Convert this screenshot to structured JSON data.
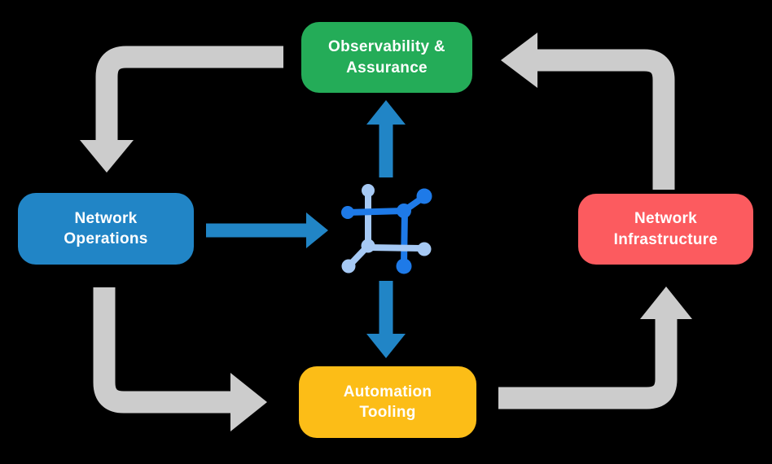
{
  "background": "#000000",
  "nodes": {
    "observability": {
      "line1": "Observability &",
      "line2": "Assurance",
      "color": "#24AC58"
    },
    "operations": {
      "line1": "Network",
      "line2": "Operations",
      "color": "#2185C6"
    },
    "infrastructure": {
      "line1": "Network",
      "line2": "Infrastructure",
      "color": "#FC5B5F"
    },
    "tooling": {
      "line1": "Automation",
      "line2": "Tooling",
      "color": "#FCBD17"
    }
  },
  "arrows": {
    "cycle_color": "#CCCCCC",
    "flow_color": "#2185C6",
    "cycle_connections": [
      "observability-to-operations",
      "operations-to-tooling",
      "tooling-to-infrastructure",
      "infrastructure-to-observability"
    ],
    "flow_connections": [
      "operations-to-center-icon",
      "center-icon-to-observability",
      "center-icon-to-tooling"
    ]
  },
  "center_icon": {
    "name": "network-mesh-icon",
    "dark_color": "#1E7AE8",
    "light_color": "#A6C9F4"
  }
}
